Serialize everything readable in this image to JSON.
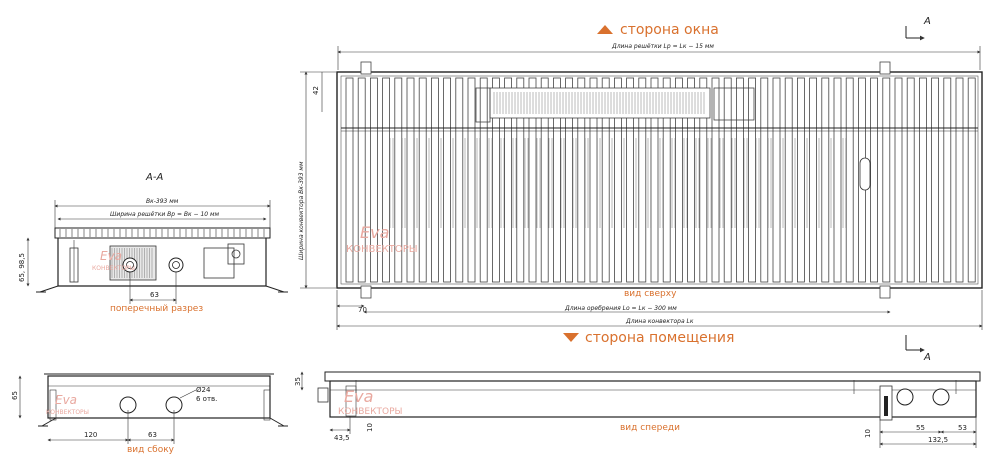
{
  "labels": {
    "window_side": "сторона окна",
    "room_side": "сторона помещения",
    "section_title": "А-А",
    "section_mark": "А",
    "grille_length": "Длина решётки Lр = Lк − 15 мм",
    "convector_width": "Ширина конвектора Вк-393 мм",
    "grille_width": "Ширина решётки Вр = Вк − 10 мм",
    "bk_width": "Вк-393 мм",
    "cross_section": "поперечный разрез",
    "top_view": "вид сверху",
    "front_view": "вид спереди",
    "side_view": "вид сбоку",
    "core_length": "Длина оребрения Lо = Lк − 300 мм",
    "convector_length": "Длина конвектора Lк",
    "brand_logo": "Eva",
    "brand_sub": "КОНВЕКТОРЫ"
  },
  "dims": {
    "d42": "42",
    "d70": "70",
    "d63_section": "63",
    "d65_98": "65, 98,5",
    "d65": "65",
    "d120": "120",
    "d63_side": "63",
    "hole_d": "Ø24",
    "hole_qty": "6 отв.",
    "d35": "35",
    "d43_5": "43,5",
    "d10_a": "10",
    "d10_b": "10",
    "d55": "55",
    "d53": "53",
    "d132_5": "132,5"
  }
}
